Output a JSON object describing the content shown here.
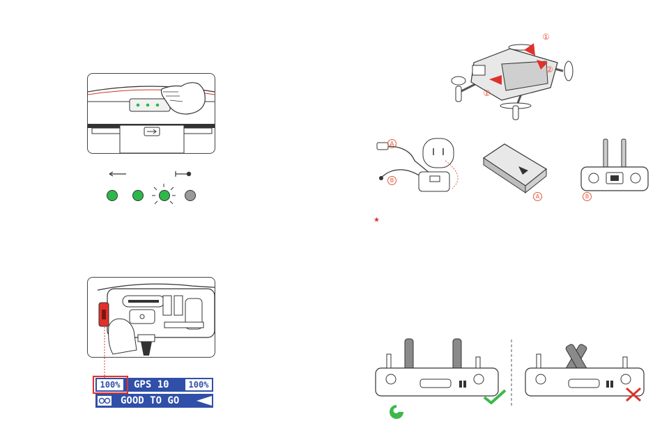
{
  "colors": {
    "led_green": "#2db84a",
    "led_gray": "#9a9a9a",
    "lcd_blue": "#2f4fa8",
    "accent_red": "#e0312a",
    "check_green": "#3db84a",
    "cross_red": "#d9342b",
    "label_orange": "#e05a3a"
  },
  "fig_battery_leds": {
    "icons": [
      "hand-icon",
      "usb-icon"
    ],
    "leds": [
      {
        "state": "on",
        "color": "#2db84a"
      },
      {
        "state": "on",
        "color": "#2db84a"
      },
      {
        "state": "blinking",
        "color": "#2db84a"
      },
      {
        "state": "off",
        "color": "#9a9a9a"
      }
    ]
  },
  "fig_lcd": {
    "row1": {
      "battery_left": "100%",
      "gps": "GPS 10",
      "battery_right": "100%"
    },
    "row2": {
      "icon": "dual-motor-icon",
      "status": "GOOD TO GO"
    }
  },
  "fig_drone": {
    "callouts": [
      "①",
      "②",
      "①"
    ]
  },
  "fig_charger": {
    "labels": [
      "A",
      "B",
      "A",
      "B"
    ]
  },
  "note_mark": "★",
  "fig_antenna": {
    "correct_icon": "check-icon",
    "wrong_icon": "cross-icon",
    "logo_icon": "brand-logo-icon"
  }
}
